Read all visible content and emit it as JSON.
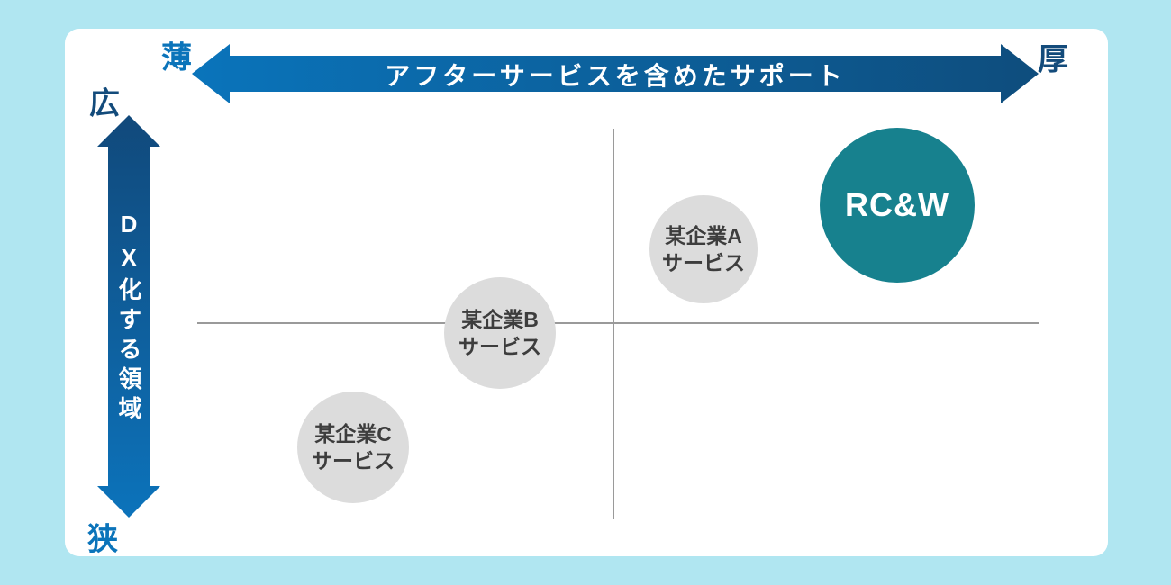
{
  "palette": {
    "background": "#b0e6f1",
    "card": "#ffffff",
    "arrow_blue_mid": "#0b74ba",
    "arrow_blue_dark": "#114a7c",
    "axis_gray": "#9a9a9a",
    "bubble_gray": "#dcdcdc",
    "bubble_text_gray": "#3d3d3d",
    "highlight_teal": "#17818e",
    "arrow_text_white": "#ffffff"
  },
  "horizontal_axis": {
    "title": "アフターサービスを含めたサポート",
    "min_label": "薄",
    "max_label": "厚"
  },
  "vertical_axis": {
    "title": "DX化する領域",
    "max_label": "広",
    "min_label": "狭"
  },
  "bubbles": [
    {
      "label_line1": "某企業A",
      "label_line2": "サービス",
      "type": "competitor",
      "position": "right of center, upper half"
    },
    {
      "label_line1": "某企業B",
      "label_line2": "サービス",
      "type": "competitor",
      "position": "left of center, on horizontal axis"
    },
    {
      "label_line1": "某企業C",
      "label_line2": "サービス",
      "type": "competitor",
      "position": "lower left quadrant"
    },
    {
      "label_line1": "RC&W",
      "label_line2": "",
      "type": "highlight",
      "position": "upper right quadrant, largest bubble"
    }
  ]
}
